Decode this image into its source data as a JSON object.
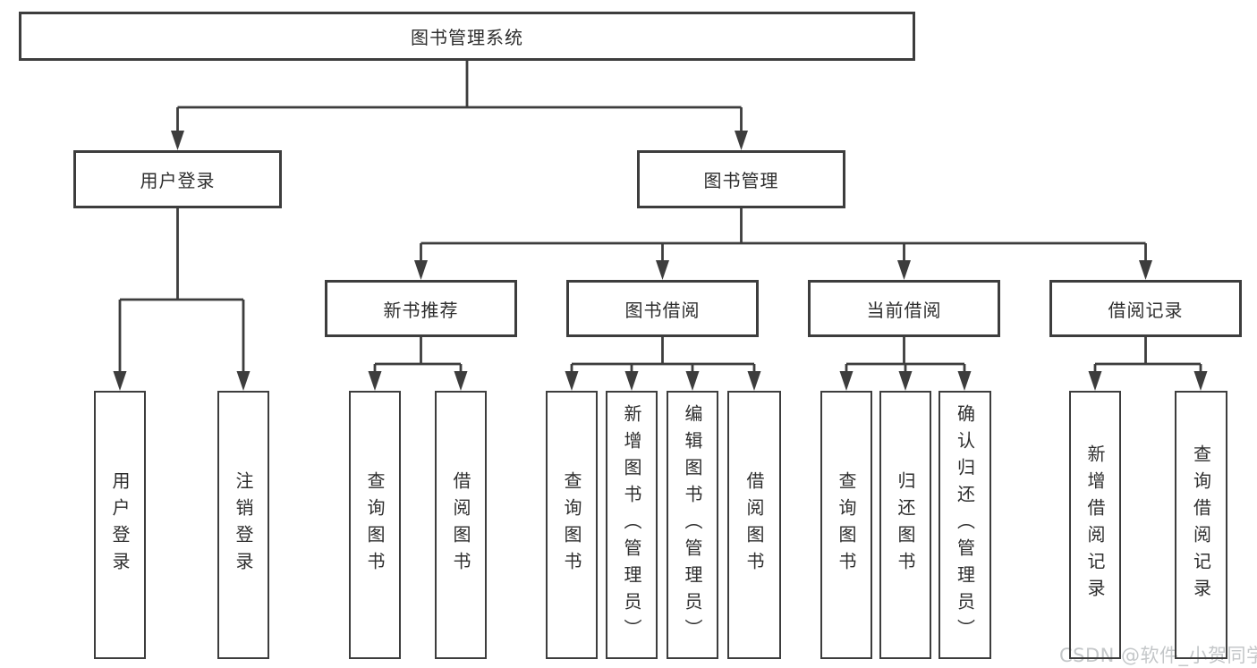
{
  "tree": {
    "root": {
      "label": "图书管理系统"
    },
    "level2": [
      {
        "label": "用户登录",
        "children": [
          "用户登录",
          "注销登录"
        ]
      },
      {
        "label": "图书管理",
        "children": [
          {
            "label": "新书推荐",
            "children": [
              "查询图书",
              "借阅图书"
            ]
          },
          {
            "label": "图书借阅",
            "children": [
              "查询图书",
              "新增图书（管理员）",
              "编辑图书（管理员）",
              "借阅图书"
            ]
          },
          {
            "label": "当前借阅",
            "children": [
              "查询图书",
              "归还图书",
              "确认归还（管理员）"
            ]
          },
          {
            "label": "借阅记录",
            "children": [
              "新增借阅记录",
              "查询借阅记录"
            ]
          }
        ]
      }
    ]
  },
  "watermark": {
    "text": "CSDN @软件_小贺同学",
    "color": "#c4c7c9"
  },
  "colors": {
    "line": "#3d3d3d",
    "text": "#2e2e2e",
    "background": "#ffffff"
  }
}
